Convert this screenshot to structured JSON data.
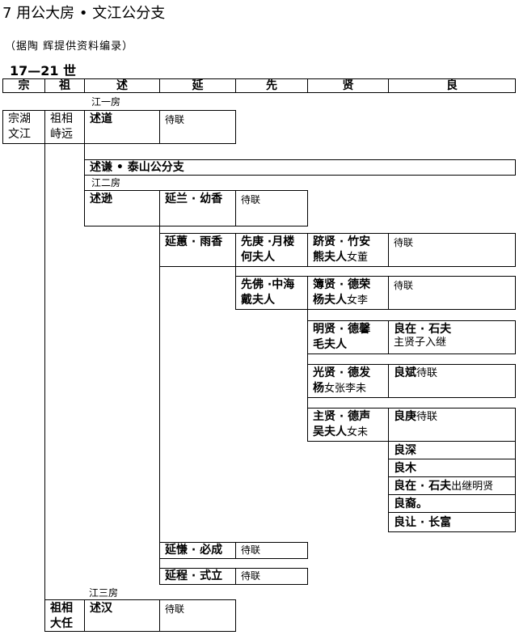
{
  "title": "7 用公大房 • 文江公分支",
  "source": "（据陶 辉提供资料编录）",
  "generation": "17—21 世",
  "headers": [
    "宗",
    "祖",
    "述",
    "延",
    "先",
    "贤",
    "良"
  ],
  "rooms": {
    "r1": "江一房",
    "r2": "江二房",
    "r3": "江三房"
  },
  "pending": "待联",
  "people": {
    "zong": [
      "宗湖",
      "文江"
    ],
    "zu1": [
      "祖相",
      "峙远"
    ],
    "zu2": [
      "祖相",
      "大任"
    ],
    "shudao": "述道",
    "shuqian_branch": "述谦 • 泰山公分支",
    "shuxun": "述逊",
    "shuhan": "述汉",
    "yanlan": "延兰 · 幼香",
    "yanhui": "延蕙 · 雨香",
    "yanxian": "延慊 · 必成",
    "yancheng": "延程 · 式立",
    "xiangeng": [
      "先庚 ·月楼",
      "何夫人"
    ],
    "xianfo": [
      "先佛 ·中海",
      "戴夫人"
    ],
    "jixian_main": "跻贤 · 竹安",
    "jixian_wife": "熊夫人",
    "jixian_extra": "女董",
    "boxian_main": "簿贤 · 德荣",
    "boxian_wife": "杨夫人",
    "boxian_extra": "女李",
    "mingxian": [
      "明贤 · 德馨",
      "毛夫人"
    ],
    "guangxian_main": "光贤 · 德发",
    "guangxian_wife": "杨",
    "guangxian_extra": "女张李未",
    "zhuxian_main": "主贤 · 德声",
    "zhuxian_wife": "吴夫人",
    "zhuxian_extra": "女未",
    "liangzai": "良在 · 石夫",
    "liangzai_note": "主贤子入继",
    "liangbin": "良斌",
    "lianggeng": "良庚",
    "liangshen": "良深",
    "liangmu": "良木",
    "liangzai2": "良在 · 石夫",
    "liangzai2_note": "出继明贤",
    "liangyi": "良裔。",
    "liangrang": "良让 · 长富"
  }
}
